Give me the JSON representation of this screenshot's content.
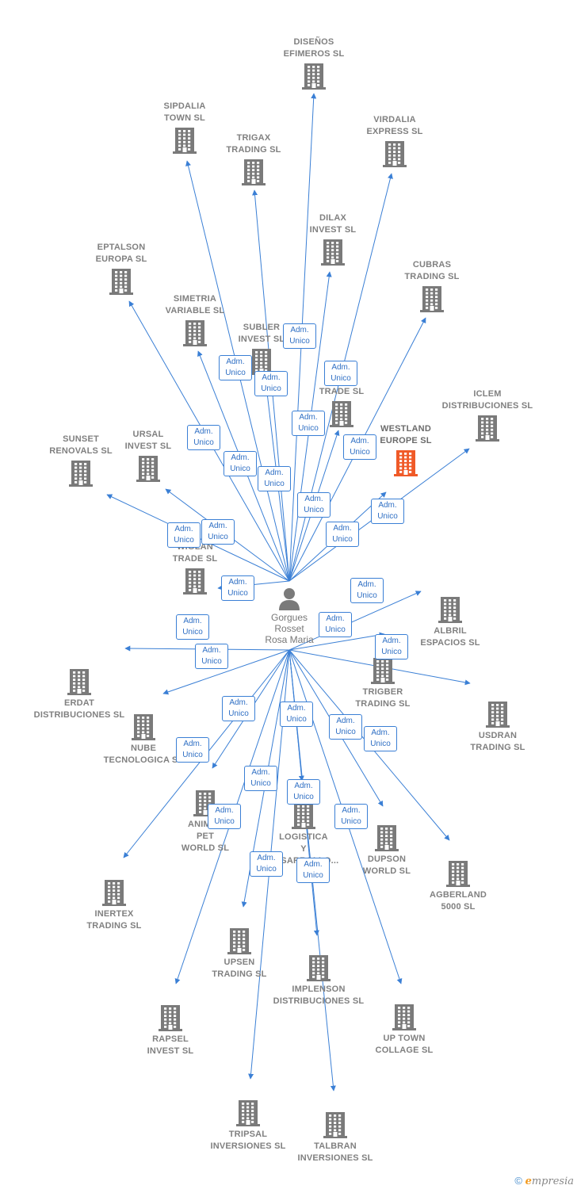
{
  "colors": {
    "edge": "#3a7fd5",
    "building": "#7a7a7a",
    "highlight": "#f05a28",
    "badge_text": "#2f6fc4"
  },
  "center": {
    "name": "Gorgues\nRosset\nRosa Maria",
    "icon": "person-icon"
  },
  "badge_text": "Adm.\nUnico",
  "companies": [
    {
      "id": "disenos",
      "label": "DISEÑOS\nEFIMEROS SL"
    },
    {
      "id": "sipdalia",
      "label": "SIPDALIA\nTOWN SL"
    },
    {
      "id": "trigax",
      "label": "TRIGAX\nTRADING SL"
    },
    {
      "id": "virdalia",
      "label": "VIRDALIA\nEXPRESS SL"
    },
    {
      "id": "dilax",
      "label": "DILAX\nINVEST SL"
    },
    {
      "id": "eptalson",
      "label": "EPTALSON\nEUROPA SL"
    },
    {
      "id": "cubras",
      "label": "CUBRAS\nTRADING SL"
    },
    {
      "id": "simetria",
      "label": "SIMETRIA\nVARIABLE SL"
    },
    {
      "id": "subler",
      "label": "SUBLER\nINVEST SL"
    },
    {
      "id": "mtrade",
      "label": "M...N\nTRADE SL"
    },
    {
      "id": "iclem",
      "label": "ICLEM\nDISTRIBUCIONES SL"
    },
    {
      "id": "westland",
      "label": "WESTLAND\nEUROPE  SL",
      "highlight": true
    },
    {
      "id": "sunset",
      "label": "SUNSET\nRENOVALS SL"
    },
    {
      "id": "ursal",
      "label": "URSAL\nINVEST SL"
    },
    {
      "id": "wiglan",
      "label": "WIGLAN\nTRADE SL"
    },
    {
      "id": "albril",
      "label": "ALBRIL\nESPACIOS SL"
    },
    {
      "id": "erdat",
      "label": "ERDAT\nDISTRIBUCIONES SL"
    },
    {
      "id": "trigber",
      "label": "TRIGBER\nTRADING SL"
    },
    {
      "id": "usdran",
      "label": "USDRAN\nTRADING SL"
    },
    {
      "id": "nube",
      "label": "NUBE\nTECNOLOGICA SL"
    },
    {
      "id": "animal",
      "label": "ANIMAL\nPET\nWORLD SL"
    },
    {
      "id": "logistica",
      "label": "LOGISTICA\nY\nDESARROLLO..."
    },
    {
      "id": "dupson",
      "label": "DUPSON\nWORLD SL"
    },
    {
      "id": "agberland",
      "label": "AGBERLAND\n5000 SL"
    },
    {
      "id": "inertex",
      "label": "INERTEX\nTRADING SL"
    },
    {
      "id": "upsen",
      "label": "UPSEN\nTRADING SL"
    },
    {
      "id": "implenson",
      "label": "IMPLENSON\nDISTRIBUCIONES SL"
    },
    {
      "id": "rapsel",
      "label": "RAPSEL\nINVEST SL"
    },
    {
      "id": "uptown",
      "label": "UP TOWN\nCOLLAGE SL"
    },
    {
      "id": "tripsal",
      "label": "TRIPSAL\nINVERSIONES SL"
    },
    {
      "id": "talbran",
      "label": "TALBRAN\nINVERSIONES SL"
    }
  ],
  "footer": {
    "copyright": "©",
    "brand_first": "e",
    "brand_rest": "mpresia"
  }
}
